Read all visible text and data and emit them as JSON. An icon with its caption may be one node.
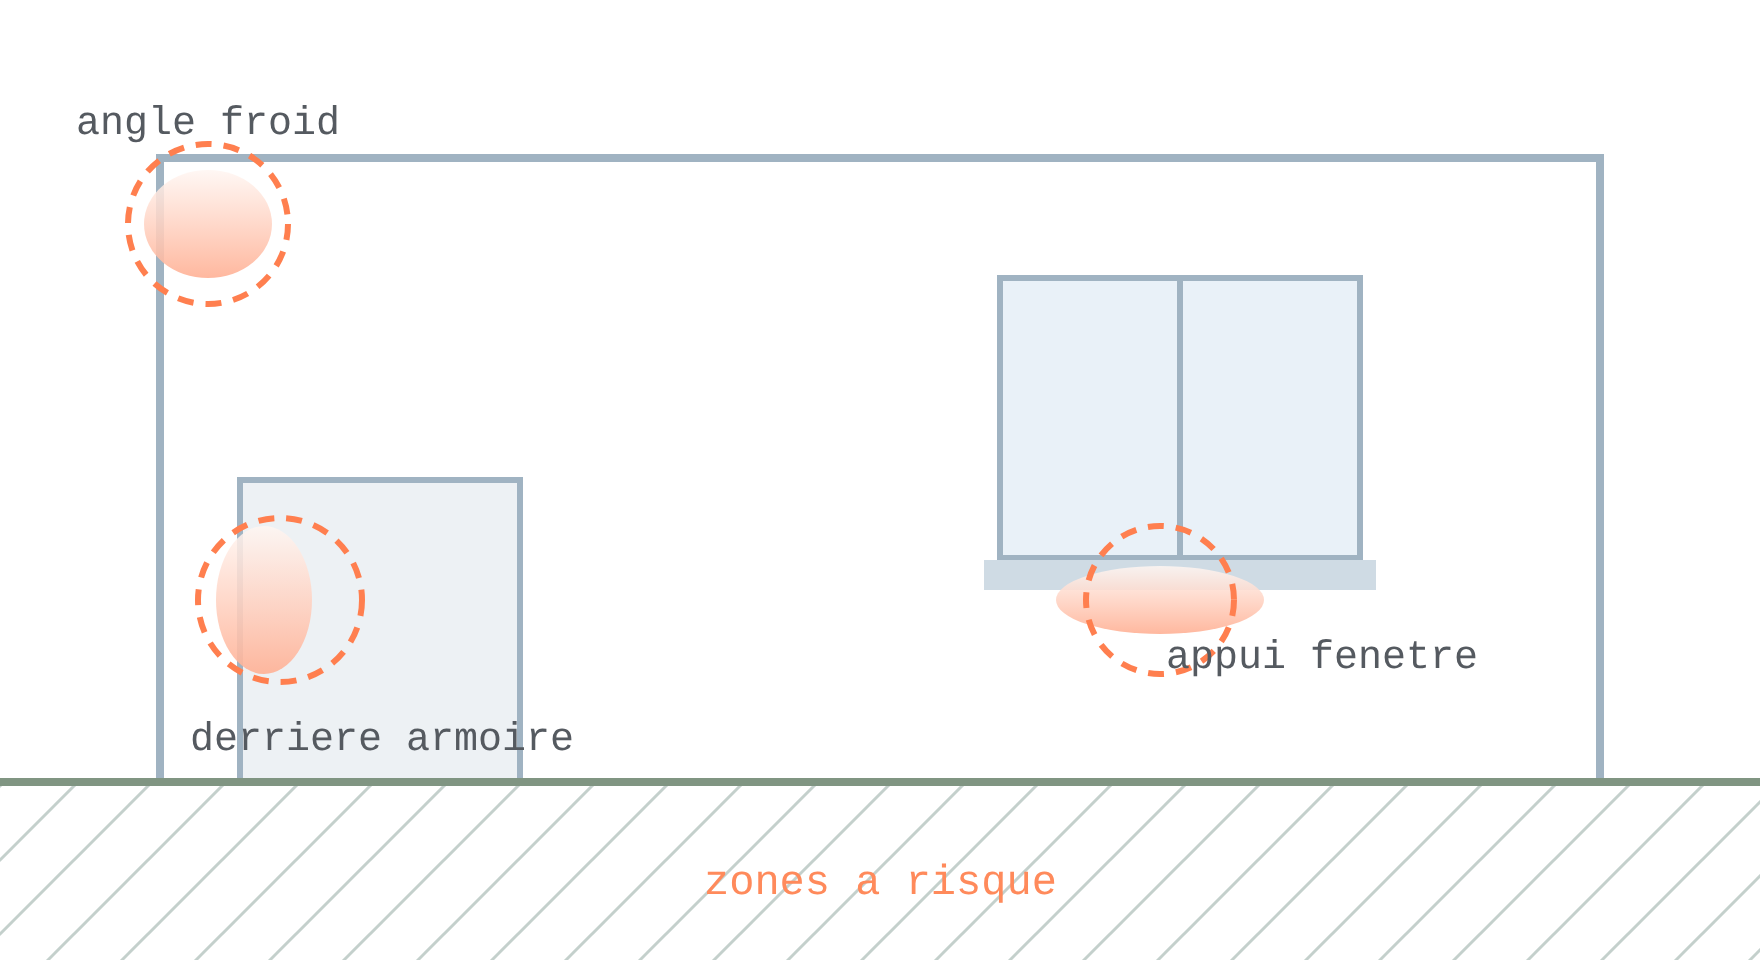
{
  "diagram": {
    "caption": "zones a risque",
    "labels": [
      "angle froid",
      "appui fenetre",
      "derriere armoire"
    ]
  }
}
